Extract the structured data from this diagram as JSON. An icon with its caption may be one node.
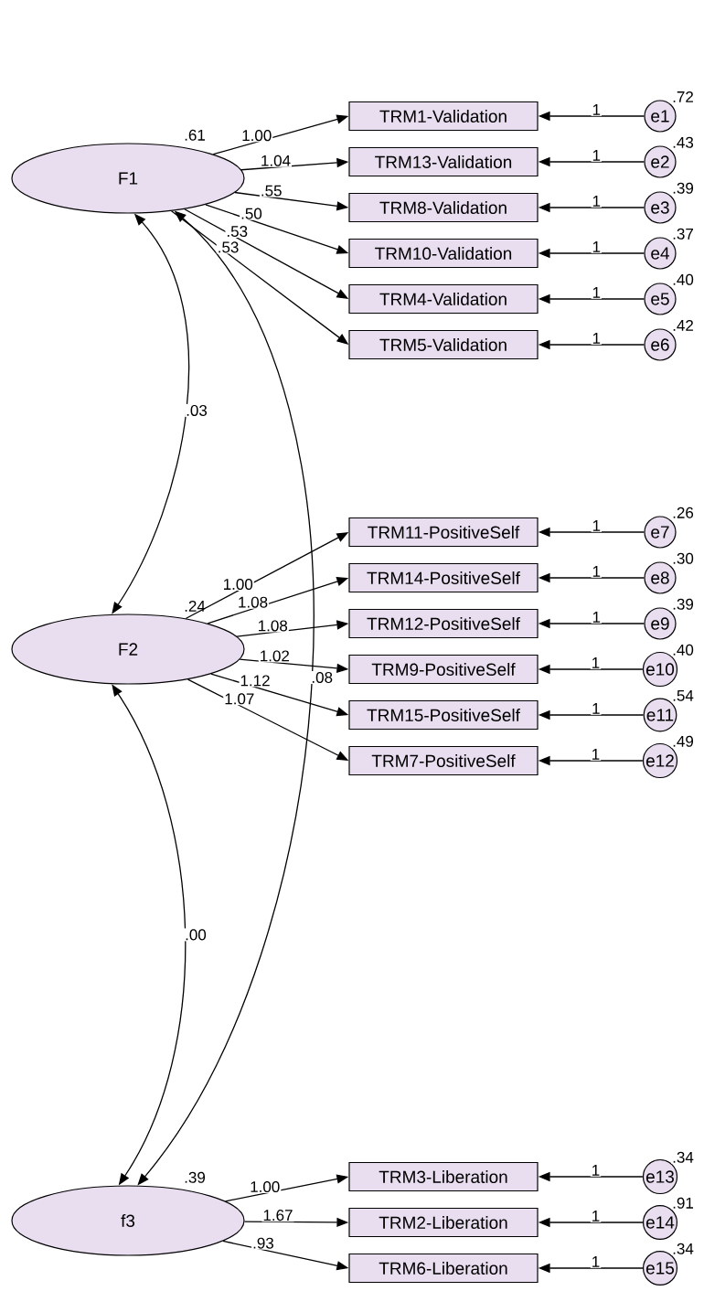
{
  "diagram": {
    "nodes": [
      {
        "text": [
          "F1"
        ],
        "beside": [
          ".61"
        ]
      },
      {
        "text": [
          "TRM1-Validation"
        ]
      },
      {
        "text": [
          "TRM13-Validation"
        ]
      },
      {
        "text": [
          "TRM8-Validation"
        ]
      },
      {
        "text": [
          "TRM10-Validation"
        ]
      },
      {
        "text": [
          "TRM4-Validation"
        ]
      },
      {
        "text": [
          "TRM5-Validation"
        ]
      },
      {
        "text": [
          "e1"
        ],
        "beside": [
          ".72"
        ]
      },
      {
        "text": [
          "e2"
        ],
        "beside": [
          ".43"
        ]
      },
      {
        "text": [
          "e3"
        ],
        "beside": [
          ".39"
        ]
      },
      {
        "text": [
          "e4"
        ],
        "beside": [
          ".37"
        ]
      },
      {
        "text": [
          "e5"
        ],
        "beside": [
          ".40"
        ]
      },
      {
        "text": [
          "e6"
        ],
        "beside": [
          ".42"
        ]
      },
      {
        "text": [
          "F2"
        ],
        "beside": [
          ".24"
        ]
      },
      {
        "text": [
          "TRM11-PositiveSelf"
        ]
      },
      {
        "text": [
          "TRM14-PositiveSelf"
        ]
      },
      {
        "text": [
          "TRM12-PositiveSelf"
        ]
      },
      {
        "text": [
          "TRM9-PositiveSelf"
        ]
      },
      {
        "text": [
          "TRM15-PositiveSelf"
        ]
      },
      {
        "text": [
          "TRM7-PositiveSelf"
        ]
      },
      {
        "text": [
          "e7"
        ],
        "beside": [
          ".26"
        ]
      },
      {
        "text": [
          "e8"
        ],
        "beside": [
          ".30"
        ]
      },
      {
        "text": [
          "e9"
        ],
        "beside": [
          ".39"
        ]
      },
      {
        "text": [
          "e10"
        ],
        "beside": [
          ".40"
        ]
      },
      {
        "text": [
          "e11"
        ],
        "beside": [
          ".54"
        ]
      },
      {
        "text": [
          "e12"
        ],
        "beside": [
          ".49"
        ]
      },
      {
        "text": [
          "f3"
        ],
        "beside": [
          ".39"
        ]
      },
      {
        "text": [
          "TRM3-Liberation"
        ]
      },
      {
        "text": [
          "TRM2-Liberation"
        ]
      },
      {
        "text": [
          "TRM6-Liberation"
        ]
      },
      {
        "text": [
          "e13"
        ],
        "beside": [
          ".34"
        ]
      },
      {
        "text": [
          "e14"
        ],
        "beside": [
          ".91"
        ]
      },
      {
        "text": [
          "e15"
        ],
        "beside": [
          ".34"
        ]
      }
    ],
    "edges": [
      {
        "from": 0,
        "to": 1,
        "arrow": "to",
        "label": "1.00"
      },
      {
        "from": 0,
        "to": 2,
        "arrow": "to",
        "label": "1.04"
      },
      {
        "from": 0,
        "to": 3,
        "arrow": "to",
        "label": ".55"
      },
      {
        "from": 0,
        "to": 4,
        "arrow": "to",
        "label": ".50"
      },
      {
        "from": 0,
        "to": 5,
        "arrow": "to",
        "label": ".53"
      },
      {
        "from": 0,
        "to": 6,
        "arrow": "to",
        "label": ".53"
      },
      {
        "from": 7,
        "to": 1,
        "arrow": "to",
        "label": "1"
      },
      {
        "from": 8,
        "to": 2,
        "arrow": "to",
        "label": "1"
      },
      {
        "from": 9,
        "to": 3,
        "arrow": "to",
        "label": "1"
      },
      {
        "from": 10,
        "to": 4,
        "arrow": "to",
        "label": "1"
      },
      {
        "from": 11,
        "to": 5,
        "arrow": "to",
        "label": "1"
      },
      {
        "from": 12,
        "to": 6,
        "arrow": "to",
        "label": "1"
      },
      {
        "from": 13,
        "to": 14,
        "arrow": "to",
        "label": "1.00"
      },
      {
        "from": 13,
        "to": 15,
        "arrow": "to",
        "label": "1.08"
      },
      {
        "from": 13,
        "to": 16,
        "arrow": "to",
        "label": "1.08"
      },
      {
        "from": 13,
        "to": 17,
        "arrow": "to",
        "label": "1.02"
      },
      {
        "from": 13,
        "to": 18,
        "arrow": "to",
        "label": "1.12"
      },
      {
        "from": 13,
        "to": 19,
        "arrow": "to",
        "label": "1.07"
      },
      {
        "from": 20,
        "to": 14,
        "arrow": "to",
        "label": "1"
      },
      {
        "from": 21,
        "to": 15,
        "arrow": "to",
        "label": "1"
      },
      {
        "from": 22,
        "to": 16,
        "arrow": "to",
        "label": "1"
      },
      {
        "from": 23,
        "to": 17,
        "arrow": "to",
        "label": "1"
      },
      {
        "from": 24,
        "to": 18,
        "arrow": "to",
        "label": "1"
      },
      {
        "from": 25,
        "to": 19,
        "arrow": "to",
        "label": "1"
      },
      {
        "from": 26,
        "to": 27,
        "arrow": "to",
        "label": "1.00"
      },
      {
        "from": 26,
        "to": 28,
        "arrow": "to",
        "label": "1.67"
      },
      {
        "from": 26,
        "to": 29,
        "arrow": "to",
        "label": ".93"
      },
      {
        "from": 30,
        "to": 27,
        "arrow": "to",
        "label": "1"
      },
      {
        "from": 31,
        "to": 28,
        "arrow": "to",
        "label": "1"
      },
      {
        "from": 32,
        "to": 29,
        "arrow": "to",
        "label": "1"
      },
      {
        "from": 0,
        "to": 13,
        "arrow": "both",
        "label": ".03"
      },
      {
        "from": 0,
        "to": 26,
        "arrow": "both",
        "label": ".08"
      },
      {
        "from": 13,
        "to": 26,
        "arrow": "both",
        "label": ".00"
      }
    ]
  }
}
